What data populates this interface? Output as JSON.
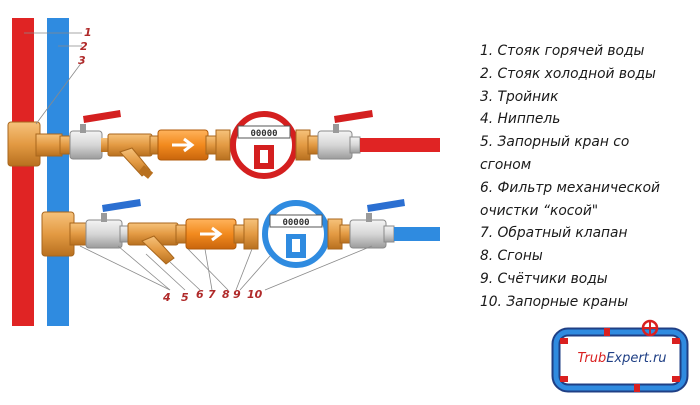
{
  "callouts": [
    "1",
    "2",
    "3",
    "4",
    "5",
    "6",
    "7",
    "8",
    "9",
    "10"
  ],
  "meter_digits": "00000",
  "legend": [
    "1. Стояк горячей воды",
    "2. Стояк холодной воды",
    "3. Тройник",
    "4. Ниппель",
    "5. Запорный кран со",
    "сгоном",
    "6. Фильтр механической",
    "очистки “косой\"",
    "7. Обратный клапан",
    "8. Сгоны",
    "9. Счётчики воды",
    "10. Запорные краны"
  ],
  "logo": {
    "part1": "Trub",
    "part2": "Expert.ru"
  },
  "colors": {
    "hot": "#e02424",
    "cold": "#2f8be0",
    "brass": "#e8a04a",
    "brass_dark": "#c77a24",
    "ink": "#1a1a1a",
    "logo_blue": "#1f3f85"
  }
}
